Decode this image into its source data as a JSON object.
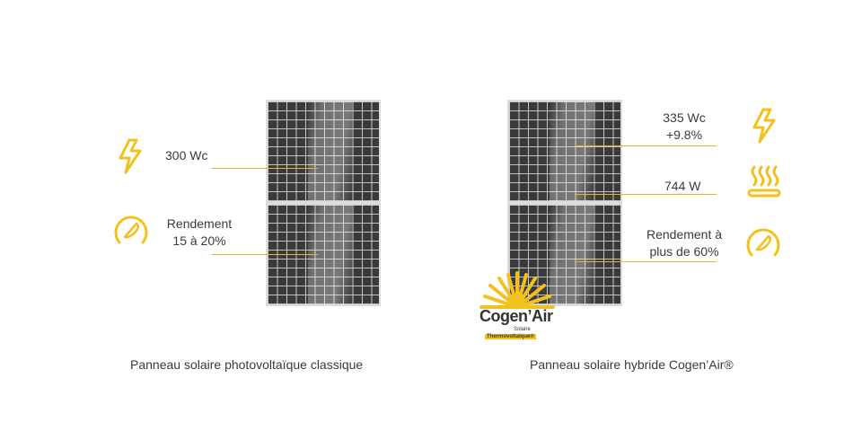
{
  "left_panel": {
    "power_label": "300 Wc",
    "efficiency_label_line1": "Rendement",
    "efficiency_label_line2": "15 à 20%",
    "caption": "Panneau solaire photovoltaïque classique"
  },
  "right_panel": {
    "power_label_line1": "335 Wc",
    "power_label_line2": "+9.8%",
    "thermal_label": "744 W",
    "efficiency_label_line1": "Rendement à",
    "efficiency_label_line2": "plus de 60%",
    "caption": "Panneau solaire hybride Cogen’Air®"
  },
  "logo": {
    "name": "Cogen’Air",
    "sub": "Solaire",
    "tag": "Thermovoltaïque®"
  },
  "colors": {
    "accent": "#f2c11e",
    "leader": "#e8b32a",
    "text": "#3a3a3a"
  },
  "icons": [
    "lightning-icon",
    "gauge-icon",
    "heat-waves-icon"
  ]
}
